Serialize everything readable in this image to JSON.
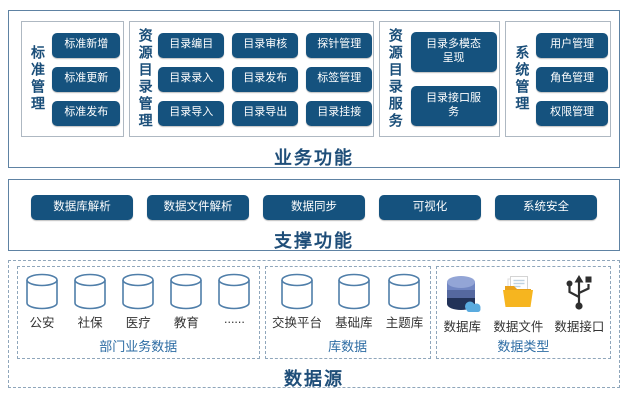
{
  "colors": {
    "button_bg": "#15527E",
    "layer_border": "#5E82A3",
    "dashed_border": "#8FA6BB",
    "layer_label": "#1F4E79",
    "group_title": "#2E6DA4",
    "cylinder_stroke": "#4F7EA9",
    "db_icon_top": "#93A5D6",
    "db_icon_bottom": "#223258",
    "cloud": "#5AABDF",
    "folder": "#F6B51F",
    "usb": "#2E2E2E"
  },
  "business": {
    "label": "业务功能",
    "modules": [
      {
        "title": "标准管理",
        "buttons": [
          "标准新增",
          "标准更新",
          "标准发布"
        ]
      },
      {
        "title": "资源目录管理",
        "buttons": [
          "目录编目",
          "目录审核",
          "探针管理",
          "目录录入",
          "目录发布",
          "标签管理",
          "目录导入",
          "目录导出",
          "目录挂接"
        ]
      },
      {
        "title": "资源目录服务",
        "buttons": [
          "目录多模态\n呈现",
          "目录接口服\n务"
        ]
      },
      {
        "title": "系统管理",
        "buttons": [
          "用户管理",
          "角色管理",
          "权限管理"
        ]
      }
    ]
  },
  "support": {
    "label": "支撑功能",
    "buttons": [
      "数据库解析",
      "数据文件解析",
      "数据同步",
      "可视化",
      "系统安全"
    ]
  },
  "datasource": {
    "label": "数据源",
    "groups": [
      {
        "title": "部门业务数据",
        "items": [
          "公安",
          "社保",
          "医疗",
          "教育",
          "......"
        ]
      },
      {
        "title": "库数据",
        "items": [
          "交换平台",
          "基础库",
          "主题库"
        ]
      },
      {
        "title": "数据类型",
        "items": [
          "数据库",
          "数据文件",
          "数据接口"
        ]
      }
    ]
  }
}
